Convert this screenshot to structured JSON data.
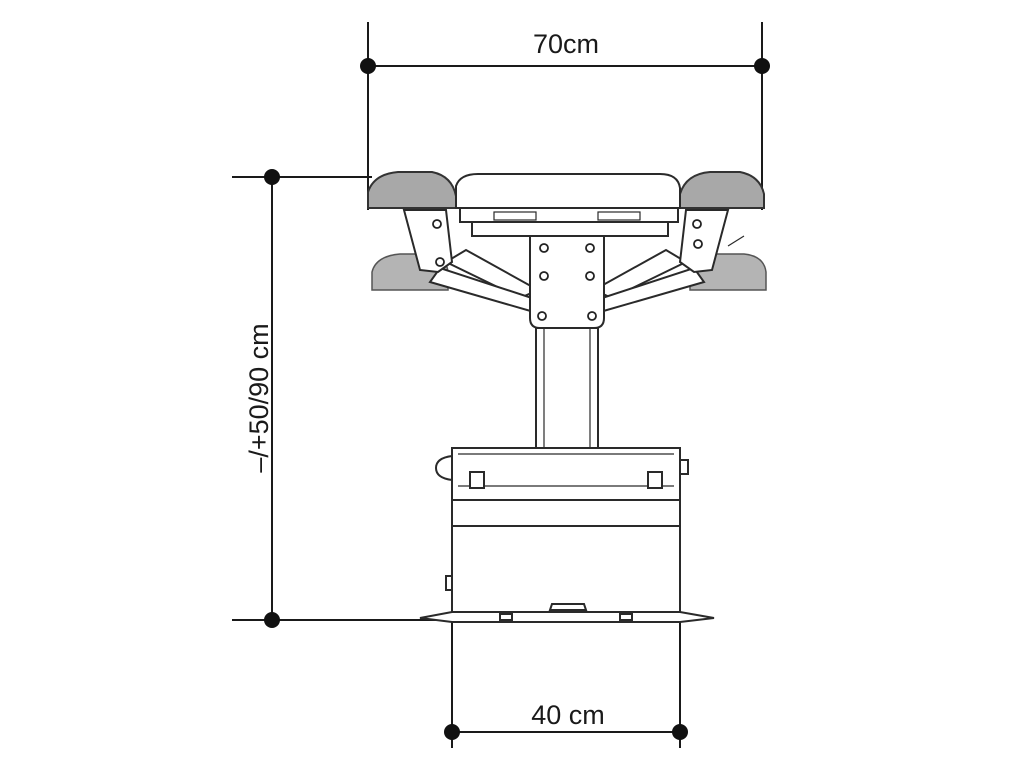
{
  "dimensions": {
    "top_width": "70cm",
    "height_range": "–/+50/90 cm",
    "base_width": "40 cm"
  },
  "colors": {
    "line": "#1a1a1a",
    "pad_fill": "#a8a8a8",
    "background": "#ffffff"
  }
}
